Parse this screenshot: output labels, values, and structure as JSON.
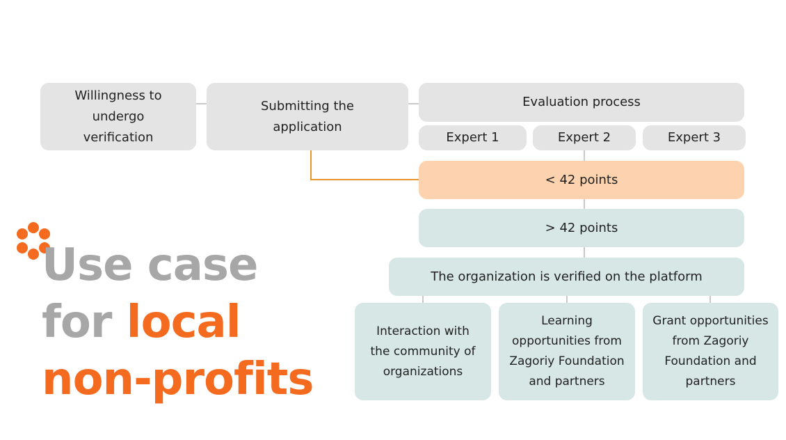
{
  "flow": {
    "willingness": "Willingness to undergo verification",
    "submitting": "Submitting the application",
    "evaluation": "Evaluation process",
    "experts": [
      "Expert 1",
      "Expert 2",
      "Expert 3"
    ],
    "below_threshold": "< 42 points",
    "above_threshold": "> 42 points",
    "verified": "The organization is verified on the platform",
    "outcomes": [
      "Interaction with the community of organizations",
      "Learning opportunities from Zagoriy Foundation and partners",
      "Grant opportunities from Zagoriy Foundation and partners"
    ]
  },
  "title": {
    "word_use_case": "Use case",
    "word_for": "for",
    "word_local": "local",
    "word_nonprofits": "non-profits"
  },
  "colors": {
    "accent_orange": "#f46a1e",
    "title_gray": "#a7a7a7",
    "box_gray": "#e4e4e4",
    "box_teal": "#d7e7e5",
    "box_peach": "#fcd3ae"
  },
  "icons": {
    "logo": "dots-circle-icon"
  }
}
